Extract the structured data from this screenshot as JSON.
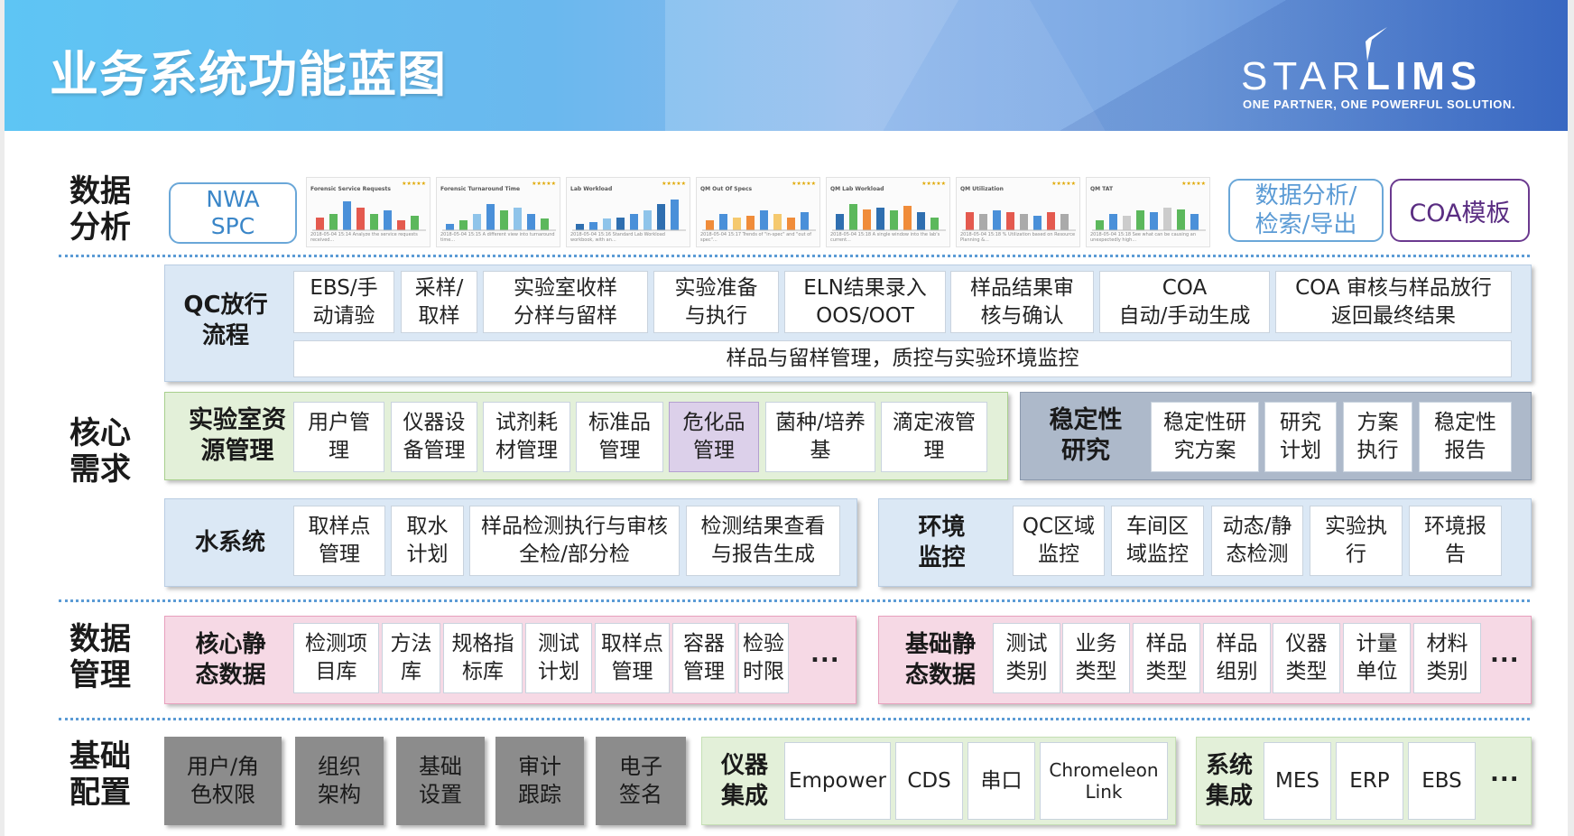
{
  "header": {
    "title": "业务系统功能蓝图",
    "logo_left": "STAR",
    "logo_right": "LIMS",
    "logo_tagline": "ONE PARTNER, ONE POWERFUL SOLUTION."
  },
  "row_labels": {
    "data_analysis": "数据\n分析",
    "core_requirements": "核心\n需求",
    "data_management": "数据\n管理",
    "base_config": "基础\n配置"
  },
  "data_analysis": {
    "nwa_spc": "NWA\nSPC",
    "thumbnails": [
      {
        "title": "Forensic Service Requests",
        "caption": "2018-05-04 15:14 Analyze the service requests received..."
      },
      {
        "title": "Forensic Turnaround Time",
        "caption": "2018-05-04 15:15 A different view into turnaround time..."
      },
      {
        "title": "Lab Workload",
        "caption": "2018-05-04 15:16 Standard Lab Workload workbook, with an..."
      },
      {
        "title": "QM Out Of Specs",
        "caption": "2018-05-04 15:17 Trends of \"in-spec\" and \"out of spec\"..."
      },
      {
        "title": "QM Lab Workload",
        "caption": "2018-05-04 15:18 A single window into the lab's current..."
      },
      {
        "title": "QM Utilization",
        "caption": "2018-05-04 15:18 % Utilization based on Resource Planning &..."
      },
      {
        "title": "QM TAT",
        "caption": "2018-05-04 15:18 See what can be causing an unexpectedly high..."
      }
    ],
    "analysis_export": "数据分析/\n检索/导出",
    "coa_template": "COA模板"
  },
  "qc_flow": {
    "label": "QC放行\n流程",
    "steps": [
      "EBS/手\n动请验",
      "采样/\n取样",
      "实验室收样\n分样与留样",
      "实验准备\n与执行",
      "ELN结果录入\nOOS/OOT",
      "样品结果审\n核与确认",
      "COA\n自动/手动生成",
      "COA 审核与样品放行\n返回最终结果"
    ],
    "footer": "样品与留样管理，质控与实验环境监控"
  },
  "lab_resources": {
    "label": "实验室资\n源管理",
    "items": [
      "用户管\n理",
      "仪器设\n备管理",
      "试剂耗\n材管理",
      "标准品\n管理",
      "危化品\n管理",
      "菌种/培养\n基",
      "滴定液管\n理"
    ]
  },
  "stability": {
    "label": "稳定性\n研究",
    "items": [
      "稳定性研\n究方案",
      "研究\n计划",
      "方案\n执行",
      "稳定性\n报告"
    ]
  },
  "water_system": {
    "label": "水系统",
    "items": [
      "取样点\n管理",
      "取水\n计划",
      "样品检测执行与审核\n全检/部分检",
      "检测结果查看\n与报告生成"
    ]
  },
  "env_monitoring": {
    "label": "环境\n监控",
    "items": [
      "QC区域\n监控",
      "车间区\n域监控",
      "动态/静\n态检测",
      "实验执\n行",
      "环境报\n告"
    ]
  },
  "core_static": {
    "label": "核心静\n态数据",
    "items": [
      "检测项\n目库",
      "方法\n库",
      "规格指\n标库",
      "测试\n计划",
      "取样点\n管理",
      "容器\n管理",
      "检验\n时限"
    ],
    "more": "..."
  },
  "base_static": {
    "label": "基础静\n态数据",
    "items": [
      "测试\n类别",
      "业务\n类型",
      "样品\n类型",
      "样品\n组别",
      "仪器\n类型",
      "计量\n单位",
      "材料\n类别"
    ],
    "more": "..."
  },
  "base_config": {
    "items": [
      "用户/角\n色权限",
      "组织\n架构",
      "基础\n设置",
      "审计\n跟踪",
      "电子\n签名"
    ]
  },
  "instrument_integration": {
    "label": "仪器\n集成",
    "items": [
      "Empower",
      "CDS",
      "串口",
      "Chromeleon\nLink"
    ]
  },
  "system_integration": {
    "label": "系统\n集成",
    "items": [
      "MES",
      "ERP",
      "EBS"
    ],
    "more": "..."
  }
}
